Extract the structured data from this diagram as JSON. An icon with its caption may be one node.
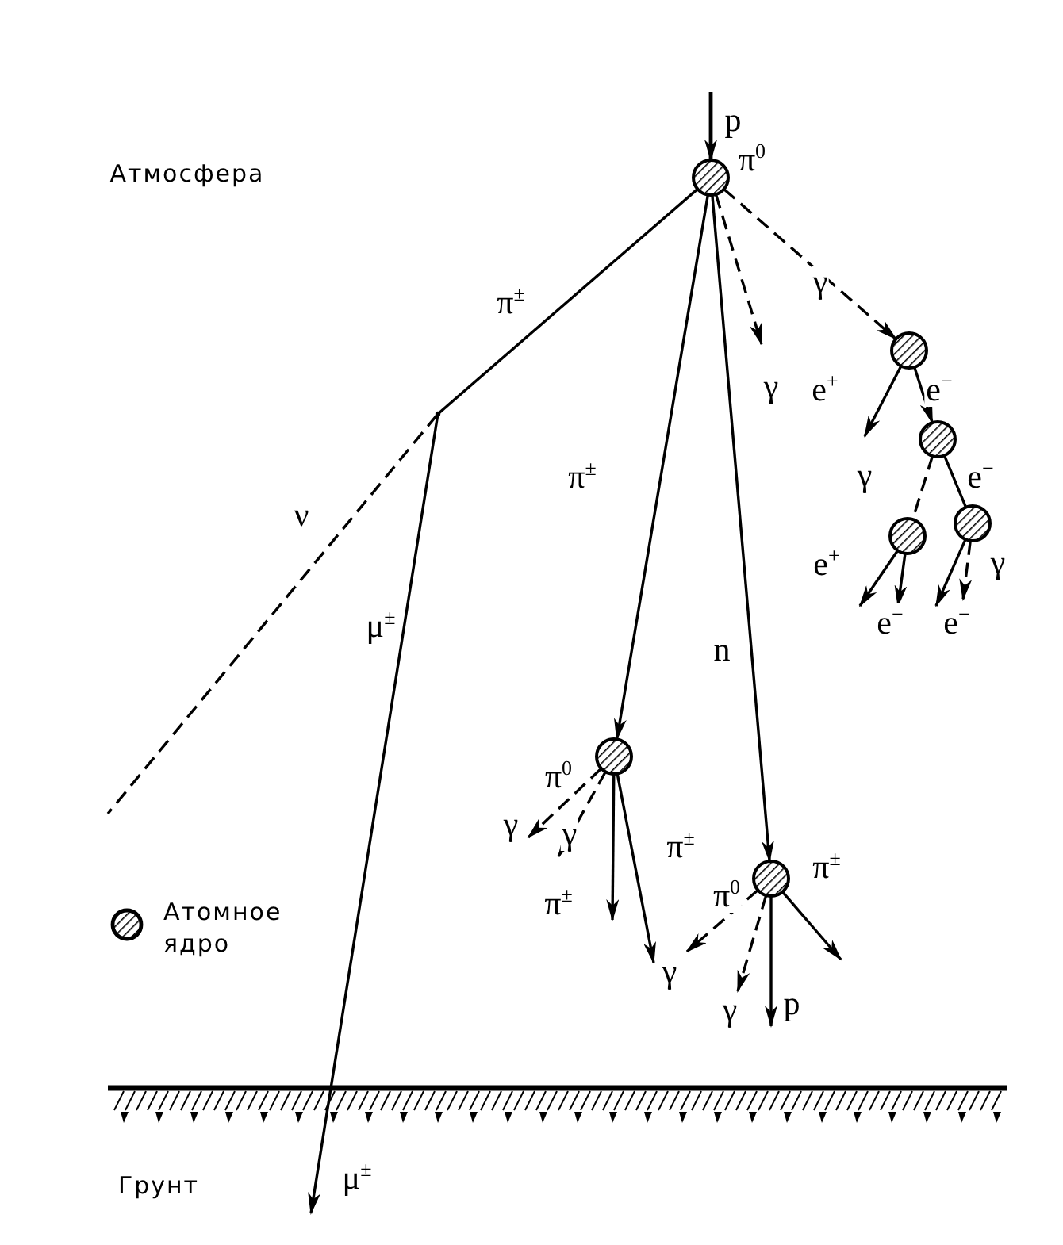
{
  "diagram": {
    "nodes": [
      {
        "text": [],
        "shape": "circle",
        "beside": [
          "π$^{0}$"
        ]
      },
      {
        "text": [],
        "shape": "circle"
      },
      {
        "text": [],
        "shape": "point"
      },
      {
        "text": [],
        "shape": "circle"
      },
      {
        "text": [],
        "shape": "circle"
      },
      {
        "text": [],
        "shape": "circle"
      },
      {
        "text": [],
        "shape": "circle",
        "beside": [
          "π$^{0}$"
        ]
      },
      {
        "text": [],
        "shape": "circle",
        "beside": [
          "π$^{0}$"
        ]
      }
    ],
    "edges": [
      {
        "from": null,
        "to": 0,
        "arrow": "to",
        "label": "p"
      },
      {
        "from": 0,
        "to": 2,
        "arrow": "none",
        "label": "π$^{±}$"
      },
      {
        "from": 2,
        "to": null,
        "arrow": "none",
        "style": "dashed",
        "label": "ν"
      },
      {
        "from": 2,
        "to": null,
        "arrow": "to",
        "label": "μ$^{±}$"
      },
      {
        "from": 0,
        "to": null,
        "arrow": "to",
        "style": "dashed",
        "label": "γ"
      },
      {
        "from": 0,
        "to": 1,
        "arrow": "to",
        "style": "dashed",
        "label": "γ"
      },
      {
        "from": 0,
        "to": 6,
        "arrow": "to",
        "label": "π$^{±}$"
      },
      {
        "from": 0,
        "to": 7,
        "arrow": "to",
        "label": "n"
      },
      {
        "from": 1,
        "to": null,
        "arrow": "to",
        "label": "e$^{+}$"
      },
      {
        "from": 1,
        "to": 3,
        "arrow": "to",
        "label": "e$^{−}$"
      },
      {
        "from": 3,
        "to": 5,
        "arrow": "none",
        "style": "dashed",
        "label": "γ"
      },
      {
        "from": 3,
        "to": 4,
        "arrow": "none",
        "label": "e$^{−}$"
      },
      {
        "from": 5,
        "to": null,
        "arrow": "to",
        "label": "e$^{+}$"
      },
      {
        "from": 5,
        "to": null,
        "arrow": "to",
        "label": "e$^{−}$"
      },
      {
        "from": 4,
        "to": null,
        "arrow": "to",
        "label": "e$^{−}$"
      },
      {
        "from": 4,
        "to": null,
        "arrow": "to",
        "style": "dashed",
        "label": "γ"
      },
      {
        "from": 6,
        "to": null,
        "arrow": "to",
        "style": "dashed",
        "label": "γ"
      },
      {
        "from": 6,
        "to": null,
        "arrow": "to",
        "style": "dashed",
        "label": "γ"
      },
      {
        "from": 6,
        "to": null,
        "arrow": "to",
        "label": "π$^{±}$"
      },
      {
        "from": 6,
        "to": null,
        "arrow": "to",
        "label": "π$^{±}$"
      },
      {
        "from": 7,
        "to": null,
        "arrow": "to",
        "style": "dashed",
        "label": "γ"
      },
      {
        "from": 7,
        "to": null,
        "arrow": "to",
        "style": "dashed",
        "label": "γ"
      },
      {
        "from": 7,
        "to": null,
        "arrow": "to",
        "label": "p"
      },
      {
        "from": 7,
        "to": null,
        "arrow": "to",
        "label": "π$^{±}$"
      }
    ],
    "labels": [
      "Атмосфера",
      "Грунт",
      "μ$^{±}$"
    ],
    "legend": [
      {
        "text": "Атомное ядро"
      }
    ]
  }
}
